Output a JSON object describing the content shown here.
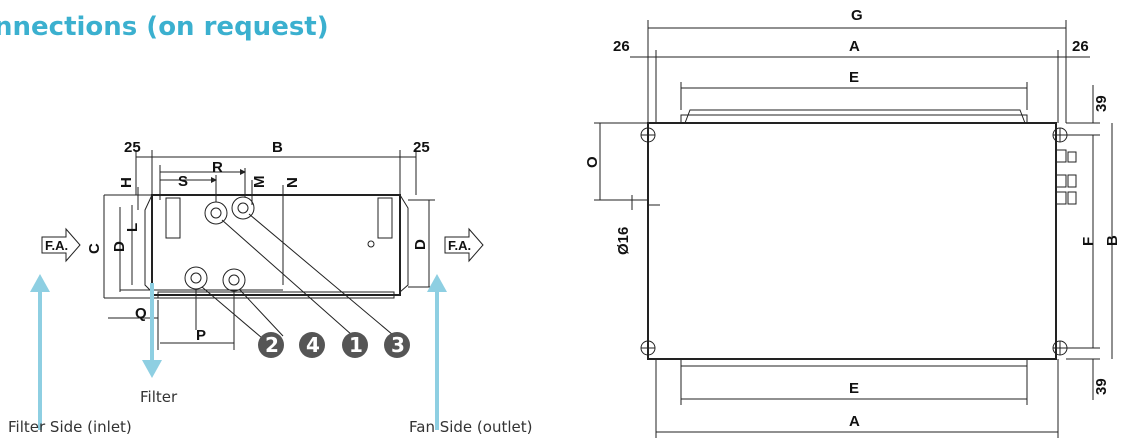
{
  "title": "nnections (on request)",
  "captions": {
    "filter": "Filter",
    "filter_side": "Filter Side (inlet)",
    "fan_side": "Fan Side (outlet)"
  },
  "left_view": {
    "dims": {
      "b": "B",
      "c": "C",
      "d": "D",
      "d_right": "D",
      "h": "H",
      "l": "L",
      "m": "M",
      "n": "N",
      "p": "P",
      "q": "Q",
      "r": "R",
      "s": "S",
      "gap_left": "25",
      "gap_right": "25"
    },
    "fa_left": "F.A.",
    "fa_right": "F.A.",
    "callouts": [
      "2",
      "4",
      "1",
      "3"
    ]
  },
  "right_view": {
    "dims": {
      "g": "G",
      "a_top": "A",
      "e_top": "E",
      "e_bottom": "E",
      "a_bottom": "A",
      "gap_left": "26",
      "gap_right": "26",
      "top": "39",
      "bottom": "39",
      "o": "O",
      "dia": "Ø16",
      "f": "F",
      "b": "B"
    }
  },
  "colors": {
    "accent": "#3bb0cf",
    "arrow": "#8ecfe2",
    "callout": "#555555"
  }
}
